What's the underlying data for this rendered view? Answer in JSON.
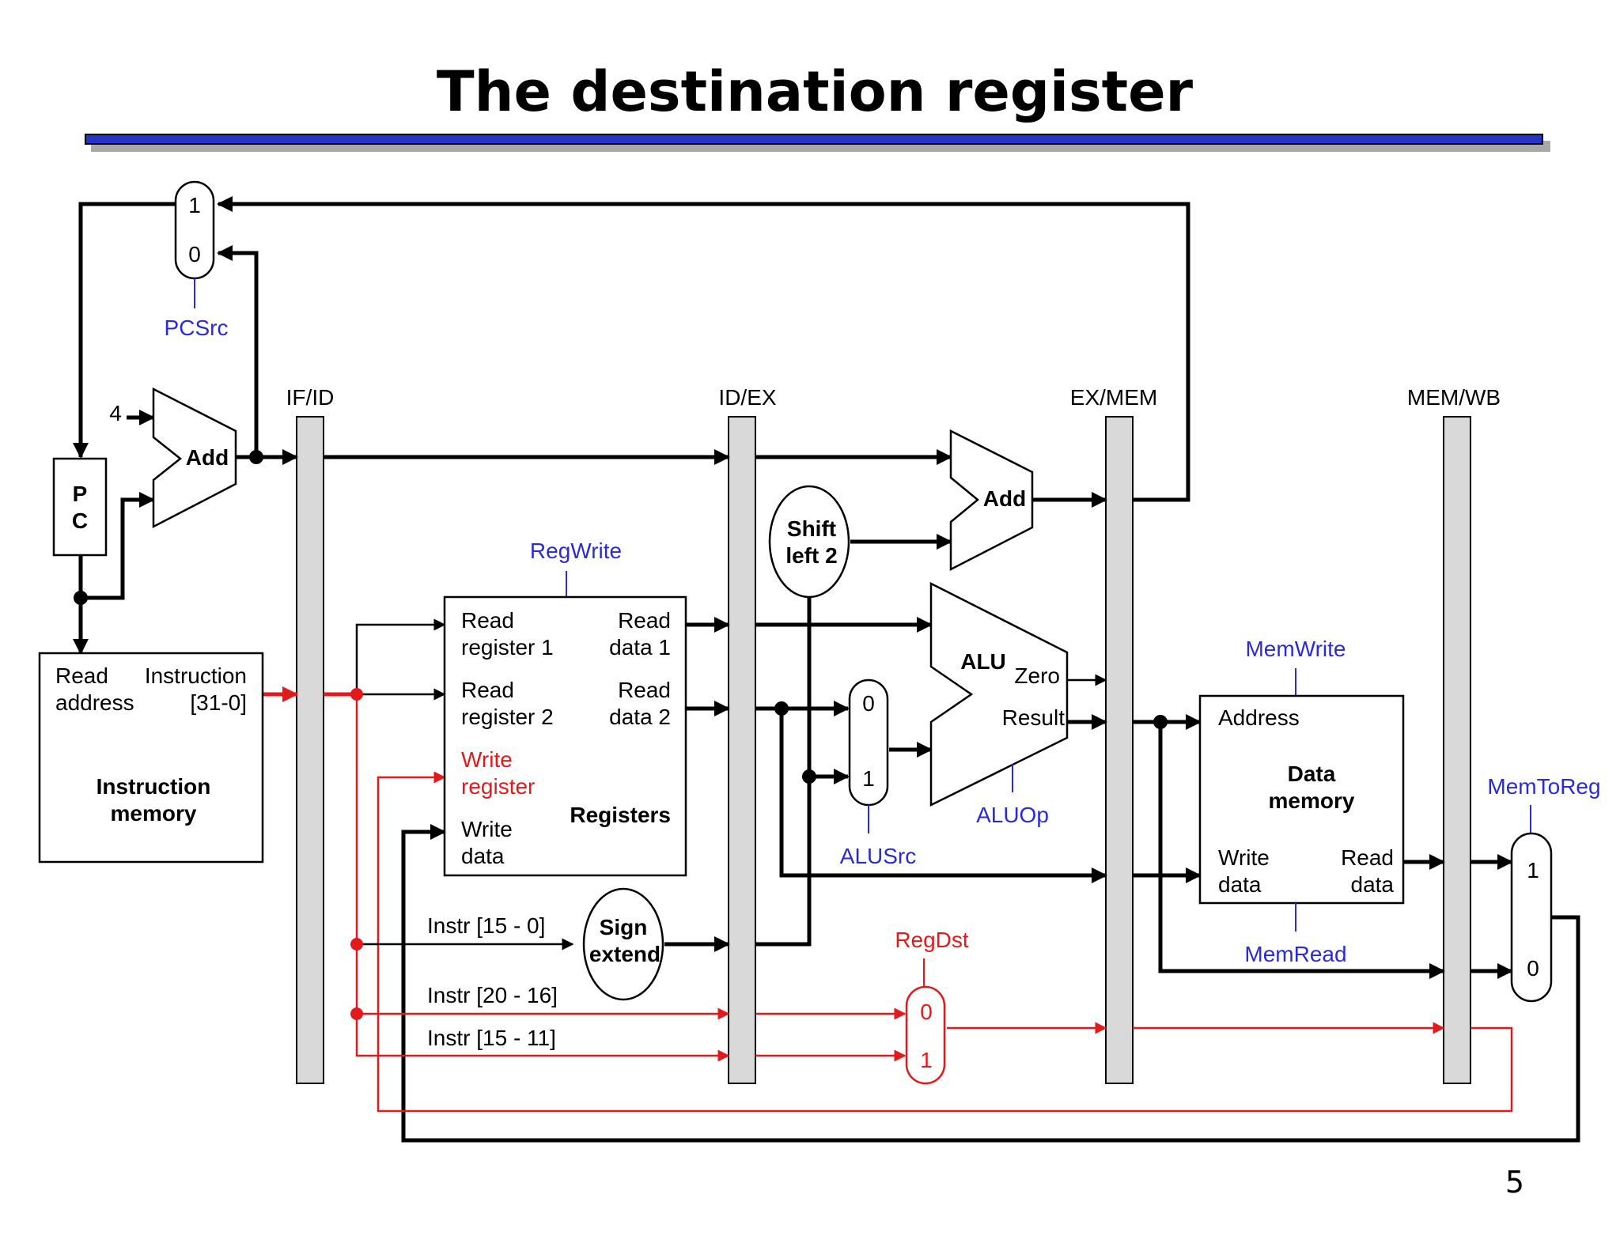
{
  "title": "The destination register",
  "page_number": "5",
  "colors": {
    "title_bar": "#2633c8",
    "control_blue": "#2b2bd6",
    "highlight_red": "#e31a1c",
    "pipeline_register": "#d9d9d9"
  },
  "pipeline_registers": [
    "IF/ID",
    "ID/EX",
    "EX/MEM",
    "MEM/WB"
  ],
  "pc": {
    "line1": "P",
    "line2": "C"
  },
  "constant_four": "4",
  "adders": {
    "pc_add": "Add",
    "branch_add": "Add"
  },
  "pc_mux": {
    "top": "1",
    "bottom": "0",
    "control": "PCSrc"
  },
  "instruction_memory": {
    "read_address_1": "Read",
    "read_address_2": "address",
    "instruction_1": "Instruction",
    "instruction_2": "[31-0]",
    "name_1": "Instruction",
    "name_2": "memory"
  },
  "registers": {
    "control": "RegWrite",
    "read_reg1_1": "Read",
    "read_reg1_2": "register 1",
    "read_reg2_1": "Read",
    "read_reg2_2": "register 2",
    "write_reg_1": "Write",
    "write_reg_2": "register",
    "write_data_1": "Write",
    "write_data_2": "data",
    "read_data1_1": "Read",
    "read_data1_2": "data 1",
    "read_data2_1": "Read",
    "read_data2_2": "data 2",
    "name": "Registers"
  },
  "shift_left": {
    "line1": "Shift",
    "line2": "left 2"
  },
  "sign_extend": {
    "line1": "Sign",
    "line2": "extend"
  },
  "instr_fields": {
    "imm": "Instr [15 - 0]",
    "rt": "Instr [20 - 16]",
    "rd": "Instr [15 - 11]"
  },
  "alu_src_mux": {
    "top": "0",
    "bottom": "1",
    "control": "ALUSrc"
  },
  "alu": {
    "name": "ALU",
    "zero": "Zero",
    "result": "Result",
    "control": "ALUOp"
  },
  "reg_dst_mux": {
    "top": "0",
    "bottom": "1",
    "control": "RegDst"
  },
  "data_memory": {
    "control_write": "MemWrite",
    "control_read": "MemRead",
    "address": "Address",
    "name_1": "Data",
    "name_2": "memory",
    "write_data_1": "Write",
    "write_data_2": "data",
    "read_data_1": "Read",
    "read_data_2": "data"
  },
  "mem_to_reg_mux": {
    "top": "1",
    "bottom": "0",
    "control": "MemToReg"
  }
}
